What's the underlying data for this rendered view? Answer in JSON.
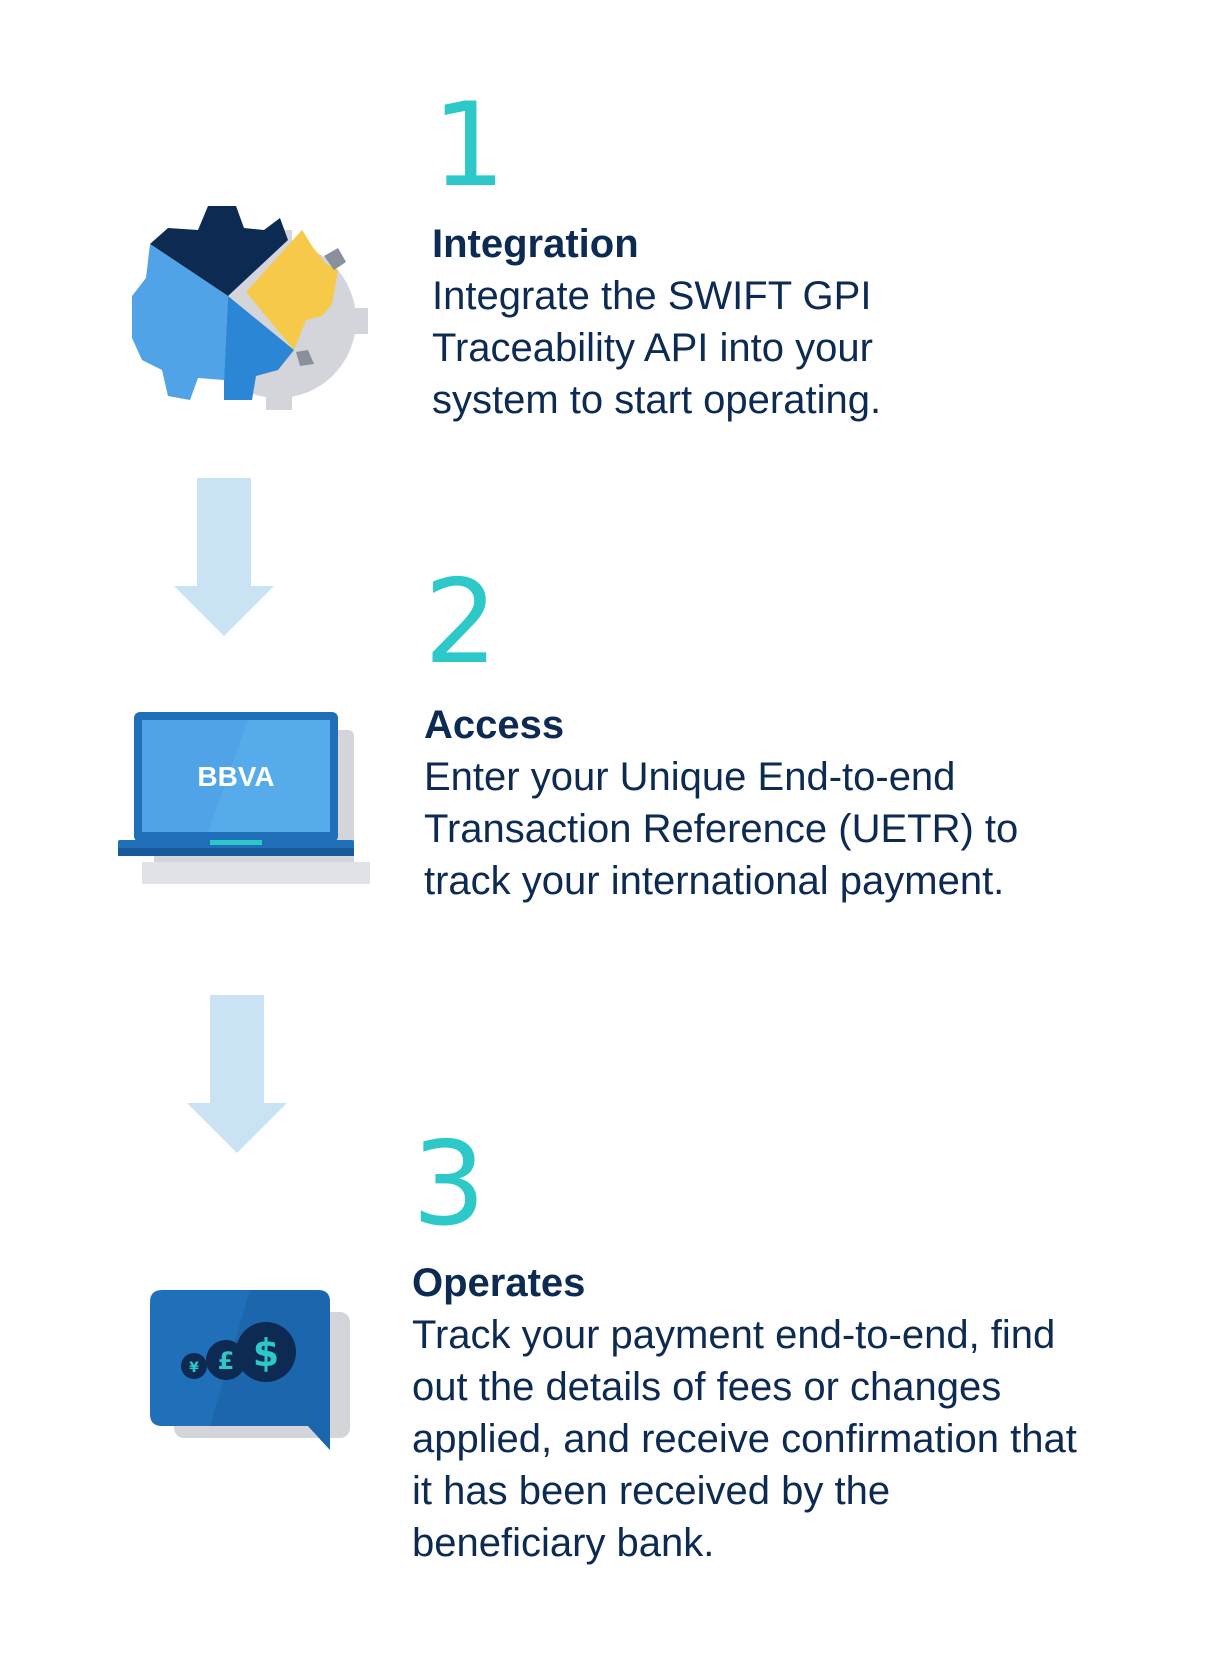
{
  "steps": [
    {
      "number": "1",
      "title": "Integration",
      "description_lines": [
        "Integrate the SWIFT GPI",
        "Traceability API into your",
        "system to start operating."
      ]
    },
    {
      "number": "2",
      "title": "Access",
      "description_lines": [
        "Enter your Unique End-to-end",
        "Transaction Reference (UETR) to",
        "track your international payment."
      ]
    },
    {
      "number": "3",
      "title": "Operates",
      "description_lines": [
        "Track your payment end-to-end, find",
        "out the details of fees or changes",
        "applied, and receive confirmation that",
        "it has been received by the",
        "beneficiary bank."
      ]
    }
  ],
  "icons": {
    "step1": "gear-icon",
    "step2": "laptop-icon",
    "step3": "currency-chat-icon",
    "laptop_logo": "BBVA",
    "currency_symbols": [
      "¥",
      "£",
      "$"
    ]
  },
  "colors": {
    "number_accent": "#2dc9c9",
    "text": "#0d2a52",
    "arrow": "#c9e3f4",
    "navy": "#0d2a52",
    "blue": "#1f6fb9",
    "light_blue": "#4fa3e6",
    "yellow": "#f6c948",
    "gray": "#c8cad1"
  }
}
